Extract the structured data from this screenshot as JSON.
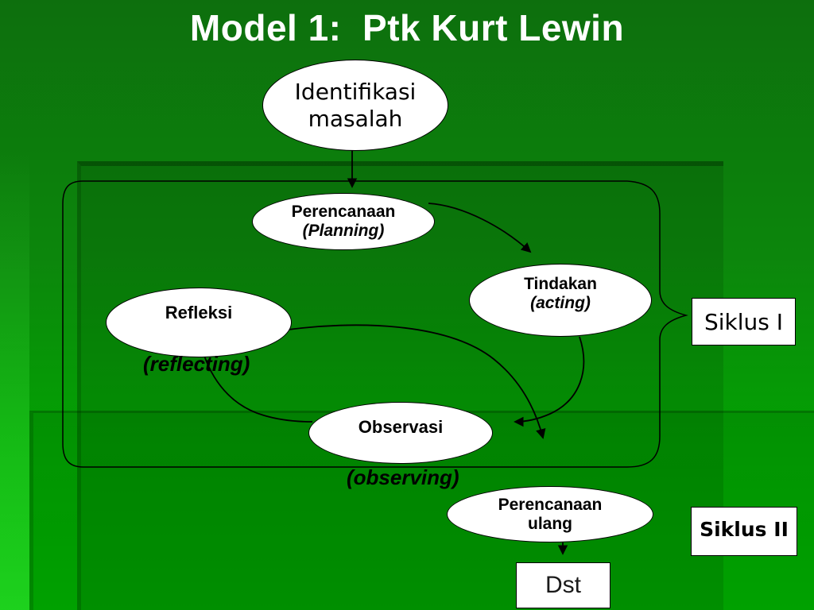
{
  "slide": {
    "title": "Model 1:  Ptk Kurt Lewin"
  },
  "diagram": {
    "nodes": {
      "identifikasi": {
        "line1": "Identifikasi",
        "line2": "masalah"
      },
      "perencanaan": {
        "line1": "Perencanaan",
        "line2": "(Planning)"
      },
      "tindakan": {
        "line1": "Tindakan",
        "line2": "(acting)"
      },
      "refleksi": {
        "label": "Refleksi"
      },
      "observasi": {
        "label": "Observasi"
      },
      "perencanaan_ulang": {
        "line1": "Perencanaan",
        "line2": "ulang"
      }
    },
    "floating_labels": {
      "reflecting": "(reflecting)",
      "observing": "(observing)"
    },
    "cycle_boxes": {
      "siklus_1": "Siklus I",
      "siklus_2": "Siklus II",
      "dst": "Dst"
    }
  },
  "colors": {
    "background_top": "#0d6f0d",
    "background_bottom": "#00b000",
    "accent_bright_green": "#00cc00",
    "shape_fill": "#ffffff",
    "stroke": "#000000",
    "title_text": "#ffffff",
    "body_text": "#000000"
  }
}
